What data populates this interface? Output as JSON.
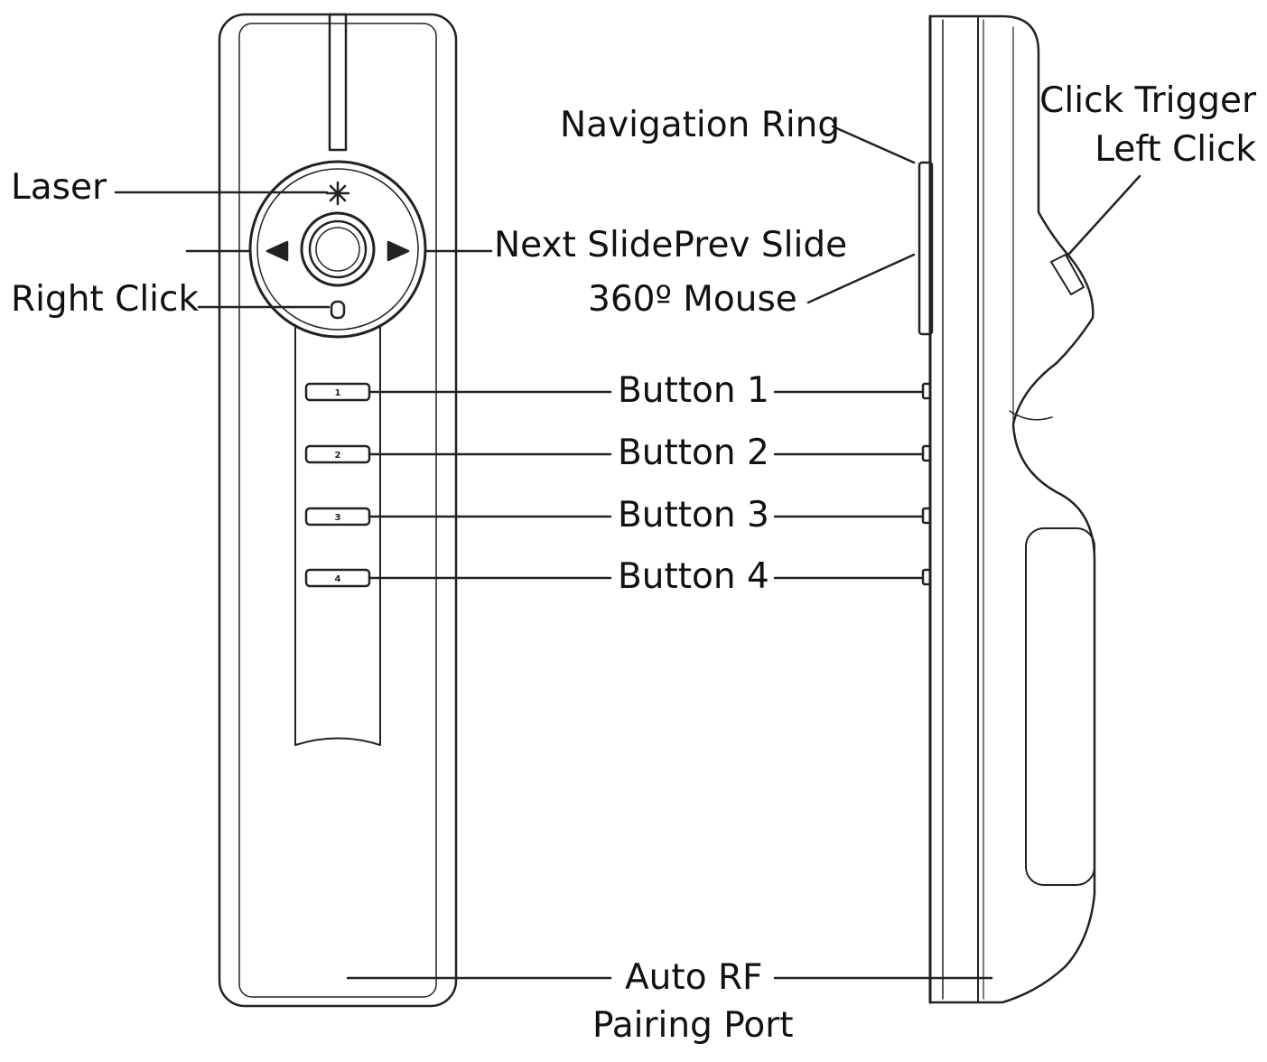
{
  "labels": {
    "laser": "Laser",
    "prev_arrow": "",
    "right_click": "Right Click",
    "next_prev": "Next SlidePrev Slide",
    "mouse": "360º Mouse",
    "navigation_ring": "Navigation Ring",
    "click_trigger": "Click Trigger",
    "left_click": "Left Click",
    "button_1": "Button 1",
    "button_2": "Button 2",
    "button_3": "Button 3",
    "button_4": "Button 4",
    "pairing_line1": "Auto RF",
    "pairing_line2": "Pairing Port"
  },
  "buttons": {
    "b1": "1",
    "b2": "2",
    "b3": "3",
    "b4": "4"
  }
}
